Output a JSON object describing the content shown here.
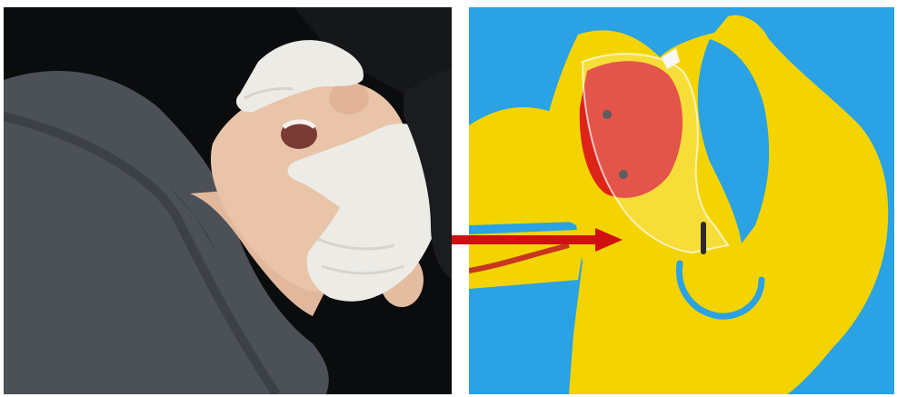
{
  "image": {
    "left_panel": {
      "subject": "gloved-hands-performing-jaw-thrust-on-cpr-manikin",
      "colors": {
        "background": "#0b0c0e",
        "shirt": "#4b5156",
        "skin": "#e9c4a8",
        "glove": "#ecebe6"
      }
    },
    "right_panel": {
      "subject": "airway-anatomy-cutout-model",
      "colors": {
        "background": "#2aa2e3",
        "yellow": "#f4d400",
        "red": "#dc2418",
        "blue": "#2aa2e3"
      }
    },
    "arrow": {
      "color": "#d01010",
      "direction": "right"
    }
  }
}
